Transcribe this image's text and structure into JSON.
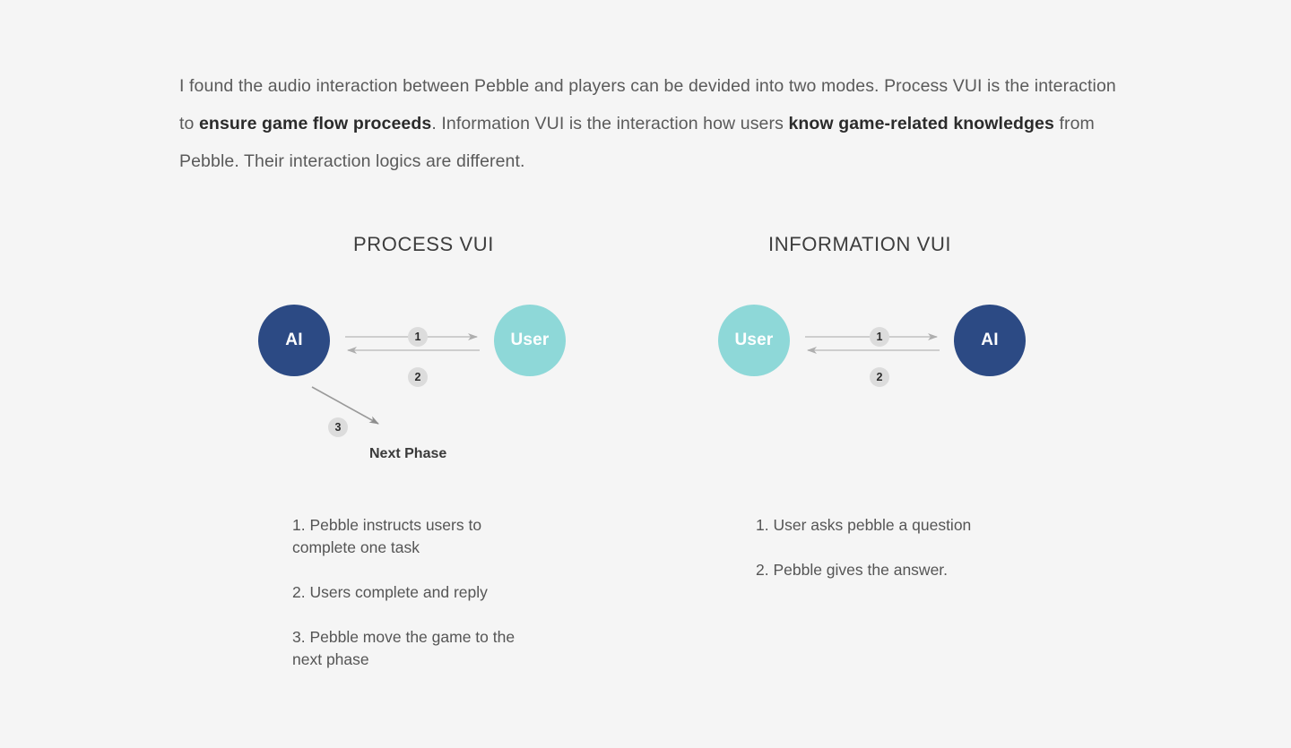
{
  "page": {
    "background_color": "#f5f5f5",
    "accent_colors": {
      "ai_node": "#2c4a84",
      "user_node": "#8ed8d8",
      "badge": "#dcdcdc",
      "arrow": "#b0b0b0",
      "body_text": "#555555",
      "bold_text": "#2b2b2b"
    }
  },
  "intro": {
    "part1": "I found the audio interaction between Pebble and players can be devided into two modes. Process VUI is the interaction to ",
    "bold1": "ensure game flow proceeds",
    "part2": ". Information VUI is the interaction how users ",
    "bold2": "know game-related knowledges",
    "part3": " from Pebble. Their interaction logics are different."
  },
  "columns": {
    "process": {
      "heading": "PROCESS VUI",
      "diagram": {
        "left_node_label": "AI",
        "right_node_label": "User",
        "badge_1": "1",
        "badge_2": "2",
        "badge_3": "3",
        "next_phase_label": "Next Phase"
      },
      "steps": [
        "1. Pebble instructs users to complete one task",
        "2. Users complete and reply",
        "3. Pebble move the game to the next phase"
      ]
    },
    "information": {
      "heading": "INFORMATION VUI",
      "diagram": {
        "left_node_label": "User",
        "right_node_label": "AI",
        "badge_1": "1",
        "badge_2": "2"
      },
      "steps": [
        "1. User asks pebble a question",
        "2. Pebble gives the answer."
      ]
    }
  }
}
